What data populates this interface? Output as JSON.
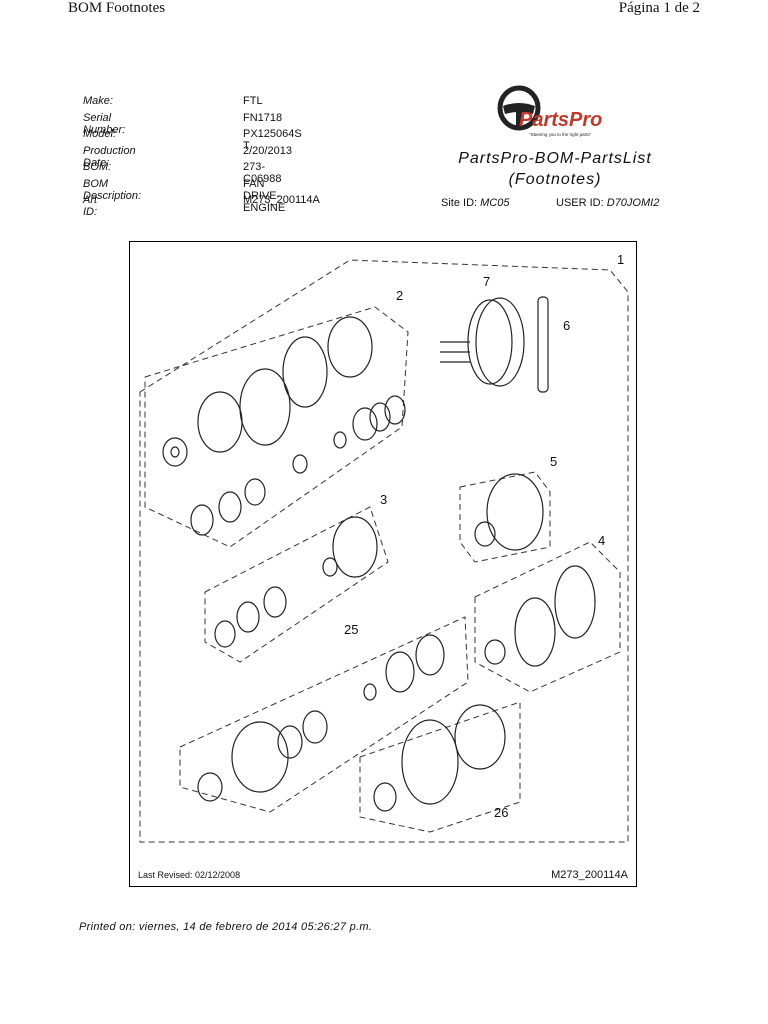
{
  "header": {
    "left": "BOM Footnotes",
    "right": "Página 1 de 2"
  },
  "info": [
    {
      "label": "Make:",
      "value": "FTL"
    },
    {
      "label": "Serial Number:",
      "value": "FN1718"
    },
    {
      "label": "Model:",
      "value": "PX125064S T"
    },
    {
      "label": "Production Date:",
      "value": "2/20/2013"
    },
    {
      "label": "BOM:",
      "value": "273-C06988"
    },
    {
      "label": "BOM Description:",
      "value": "FAN DRIVE-ENGINE"
    },
    {
      "label": "Art ID:",
      "value": "M273_200114A"
    }
  ],
  "logo": {
    "name": "PartsPro",
    "tagline": "\"Steering you to the right parts\"",
    "accent": "#c0392b"
  },
  "title": {
    "line1": "PartsPro-BOM-PartsList",
    "line2": "(Footnotes)"
  },
  "site": {
    "label": "Site ID:",
    "value": "MC05"
  },
  "user": {
    "label": "USER ID:",
    "value": "D70JOMI2"
  },
  "drawing": {
    "revised": "Last Revised: 02/12/2008",
    "art_id": "M273_200114A",
    "callouts": [
      "1",
      "2",
      "7",
      "6",
      "5",
      "3",
      "4",
      "25",
      "26"
    ]
  },
  "footer": {
    "printed": "Printed on: viernes, 14 de febrero de 2014 05:26:27 p.m."
  }
}
